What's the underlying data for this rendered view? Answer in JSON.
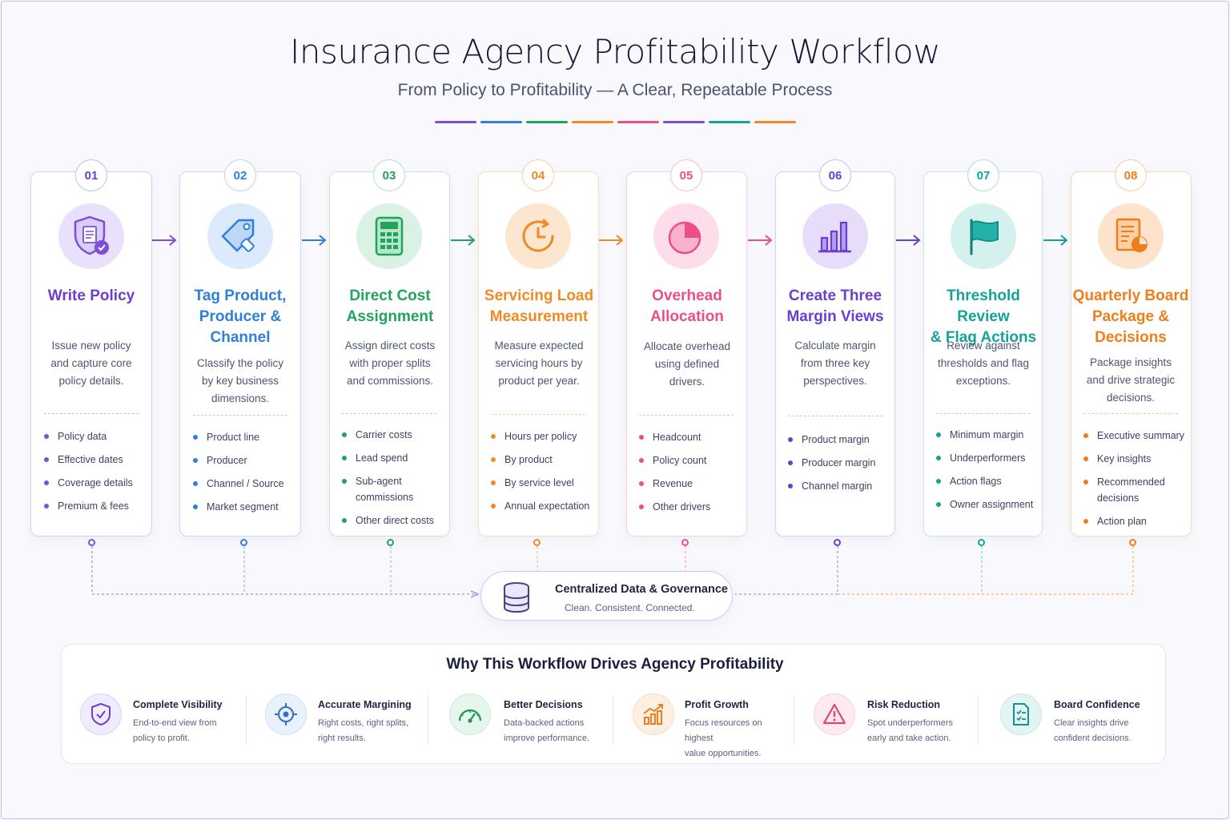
{
  "title": "Insurance Agency Profitability Workflow",
  "subtitle": "From Policy to Profitability — A Clear, Repeatable Process",
  "colors": {
    "purple": "#7b4fd6",
    "blue": "#2f7fdc",
    "green": "#21a35e",
    "orange": "#f08a24",
    "pink": "#ec4f86",
    "violet": "#6a3fcf",
    "teal": "#13a39a",
    "orange2": "#ef7d1a"
  },
  "steps": [
    {
      "number": "01",
      "title_lines": [
        "Write Policy"
      ],
      "desc_lines": [
        "Issue new policy",
        "and capture core",
        "policy details."
      ],
      "bullets": [
        "Policy data",
        "Effective dates",
        "Coverage details",
        "Premium & fees"
      ],
      "icon": "shield-document-icon"
    },
    {
      "number": "02",
      "title_lines": [
        "Tag Product,",
        "Producer &",
        "Channel"
      ],
      "desc_lines": [
        "Classify the policy",
        "by key business",
        "dimensions."
      ],
      "bullets": [
        "Product line",
        "Producer",
        "Channel / Source",
        "Market segment"
      ],
      "icon": "tag-icon"
    },
    {
      "number": "03",
      "title_lines": [
        "Direct Cost",
        "Assignment"
      ],
      "desc_lines": [
        "Assign direct costs",
        "with proper splits",
        "and commissions."
      ],
      "bullets": [
        "Carrier costs",
        "Lead spend",
        "Sub-agent commissions",
        "Other direct costs"
      ],
      "icon": "calculator-icon"
    },
    {
      "number": "04",
      "title_lines": [
        "Servicing Load",
        "Measurement"
      ],
      "desc_lines": [
        "Measure expected",
        "servicing hours by",
        "product per year."
      ],
      "bullets": [
        "Hours per policy",
        "By product",
        "By service level",
        "Annual expectation"
      ],
      "icon": "clock-icon"
    },
    {
      "number": "05",
      "title_lines": [
        "Overhead",
        "Allocation"
      ],
      "desc_lines": [
        "Allocate overhead",
        "using defined",
        "drivers."
      ],
      "bullets": [
        "Headcount",
        "Policy count",
        "Revenue",
        "Other drivers"
      ],
      "icon": "pie-chart-icon"
    },
    {
      "number": "06",
      "title_lines": [
        "Create Three",
        "Margin Views"
      ],
      "desc_lines": [
        "Calculate margin",
        "from three key",
        "perspectives."
      ],
      "bullets": [
        "Product margin",
        "Producer margin",
        "Channel margin"
      ],
      "icon": "bar-chart-icon"
    },
    {
      "number": "07",
      "title_lines": [
        "Threshold Review",
        "& Flag Actions"
      ],
      "desc_lines": [
        "Review against",
        "thresholds and flag",
        "exceptions."
      ],
      "bullets": [
        "Minimum margin",
        "Underperformers",
        "Action flags",
        "Owner assignment"
      ],
      "icon": "flag-icon"
    },
    {
      "number": "08",
      "title_lines": [
        "Quarterly Board",
        "Package &",
        "Decisions"
      ],
      "desc_lines": [
        "Package insights",
        "and drive strategic",
        "decisions."
      ],
      "bullets": [
        "Executive summary",
        "Key insights",
        "Recommended decisions",
        "Action plan"
      ],
      "icon": "report-icon"
    }
  ],
  "hub": {
    "title": "Centralized Data & Governance",
    "subtitle": "Clean. Consistent. Connected.",
    "icon": "database-icon"
  },
  "why": {
    "title": "Why This Workflow Drives Agency Profitability",
    "benefits": [
      {
        "title": "Complete Visibility",
        "desc_lines": [
          "End-to-end view from",
          "policy to profit."
        ],
        "icon": "shield-check-icon"
      },
      {
        "title": "Accurate Margining",
        "desc_lines": [
          "Right costs, right splits,",
          "right results."
        ],
        "icon": "target-icon"
      },
      {
        "title": "Better Decisions",
        "desc_lines": [
          "Data-backed actions",
          "improve performance."
        ],
        "icon": "gauge-icon"
      },
      {
        "title": "Profit Growth",
        "desc_lines": [
          "Focus resources on highest",
          "value opportunities."
        ],
        "icon": "growth-chart-icon"
      },
      {
        "title": "Risk Reduction",
        "desc_lines": [
          "Spot underperformers",
          "early and take action."
        ],
        "icon": "warning-icon"
      },
      {
        "title": "Board Confidence",
        "desc_lines": [
          "Clear insights drive",
          "confident decisions."
        ],
        "icon": "checklist-icon"
      }
    ]
  }
}
